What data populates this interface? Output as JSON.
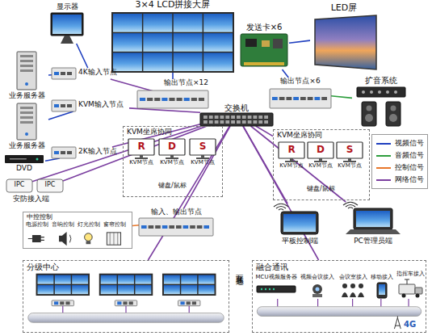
{
  "diagram": {
    "nodes": [
      {
        "text": [
          "3×4 LCD拼接大屏"
        ]
      },
      {
        "text": [
          "显示器"
        ]
      },
      {
        "text": [
          "业务服务器"
        ]
      },
      {
        "text": [
          "4K输入节点"
        ]
      },
      {
        "text": [
          "KVM输入节点"
        ]
      },
      {
        "text": [
          "业务服务器"
        ]
      },
      {
        "text": [
          "DVD"
        ]
      },
      {
        "text": [
          "2K输入节点"
        ]
      },
      {
        "text": [
          "IPC"
        ]
      },
      {
        "text": [
          "IPC"
        ]
      },
      {
        "text": [
          "输出节点×12"
        ]
      },
      {
        "text": [
          "交换机"
        ]
      },
      {
        "text": [
          "发送卡×6"
        ]
      },
      {
        "text": [
          "LED屏"
        ]
      },
      {
        "text": [
          "输出节点×6"
        ]
      },
      {
        "text": [
          "扩音系统"
        ]
      },
      {
        "text": [
          "KVM坐席协同"
        ]
      },
      {
        "text": [
          "R",
          "KVM节点"
        ],
        "in": 16
      },
      {
        "text": [
          "D",
          "KVM节点"
        ],
        "in": 16
      },
      {
        "text": [
          "S",
          "KVM节点"
        ],
        "in": 16
      },
      {
        "text": [
          "KVM坐席协同"
        ]
      },
      {
        "text": [
          "R",
          "KVM节点"
        ],
        "in": 20
      },
      {
        "text": [
          "D",
          "KVM节点"
        ],
        "in": 20
      },
      {
        "text": [
          "S",
          "KVM节点"
        ],
        "in": 20
      },
      {
        "text": [
          "中控控制"
        ]
      },
      {
        "text": [
          "输入、输出节点"
        ]
      },
      {
        "text": [
          "平板控制端"
        ]
      },
      {
        "text": [
          "PC管理员端"
        ]
      },
      {
        "text": [
          "分级中心"
        ]
      },
      {
        "text": [
          "融合通讯"
        ]
      },
      {
        "text": [
          "MCU视频服务器"
        ],
        "in": 29
      },
      {
        "text": [
          "视频会议接入"
        ],
        "in": 29
      },
      {
        "text": [
          "会议室接入"
        ],
        "in": 29
      },
      {
        "text": [
          "移动接入"
        ],
        "in": 29
      },
      {
        "text": [
          "指挥车接入"
        ],
        "in": 29
      }
    ],
    "edges": [
      {
        "from": 1,
        "to": 3,
        "arrow": "none"
      },
      {
        "from": 2,
        "to": 3,
        "arrow": "none"
      },
      {
        "from": 5,
        "to": 4,
        "arrow": "none"
      },
      {
        "from": 6,
        "to": 7,
        "arrow": "none"
      },
      {
        "from": 3,
        "to": 11,
        "arrow": "none"
      },
      {
        "from": 4,
        "to": 11,
        "arrow": "none"
      },
      {
        "from": 7,
        "to": 11,
        "arrow": "none"
      },
      {
        "from": 8,
        "to": 11,
        "arrow": "none"
      },
      {
        "from": 9,
        "to": 11,
        "arrow": "none"
      },
      {
        "from": 10,
        "to": 0,
        "arrow": "none"
      },
      {
        "from": 10,
        "to": 11,
        "arrow": "none"
      },
      {
        "from": 14,
        "to": 12,
        "arrow": "none"
      },
      {
        "from": 12,
        "to": 13,
        "arrow": "none"
      },
      {
        "from": 14,
        "to": 11,
        "arrow": "none"
      },
      {
        "from": 14,
        "to": 15,
        "arrow": "none"
      },
      {
        "from": 16,
        "to": 11,
        "arrow": "none"
      },
      {
        "from": 20,
        "to": 11,
        "arrow": "none"
      },
      {
        "from": 25,
        "to": 11,
        "arrow": "none"
      },
      {
        "from": 25,
        "to": 24,
        "arrow": "none"
      },
      {
        "from": 26,
        "to": 11,
        "arrow": "none"
      },
      {
        "from": 27,
        "to": 11,
        "arrow": "none"
      },
      {
        "from": 28,
        "to": 11,
        "arrow": "none"
      },
      {
        "from": 29,
        "to": 11,
        "arrow": "none"
      }
    ],
    "labels": [
      "安防接入端",
      "键盘/鼠标",
      "键盘/鼠标",
      "电源控制",
      "音响控制",
      "灯光控制",
      "窗帘控制",
      "互联互通",
      "4G"
    ],
    "legend": [
      {
        "text": "视频信号",
        "color": "#1f3fbf"
      },
      {
        "text": "音频信号",
        "color": "#2e9e3e"
      },
      {
        "text": "控制信号",
        "color": "#e8762a"
      },
      {
        "text": "网络信号",
        "color": "#7b3fa0"
      }
    ]
  }
}
